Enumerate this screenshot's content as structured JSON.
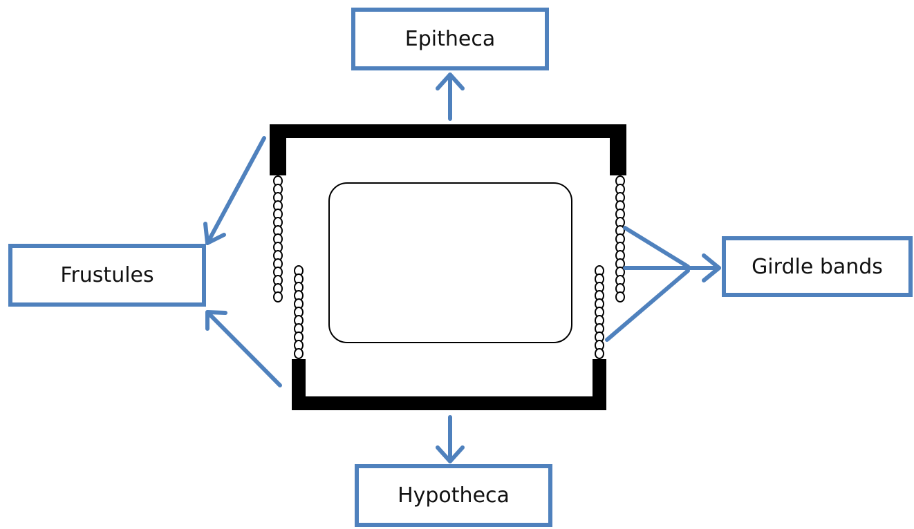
{
  "labels": {
    "epitheca": "Epitheca",
    "frustules": "Frustules",
    "girdle_bands": "Girdle bands",
    "hypotheca": "Hypotheca"
  },
  "colors": {
    "accent": "#4f81bd",
    "wall": "#000000",
    "text": "#111111"
  }
}
